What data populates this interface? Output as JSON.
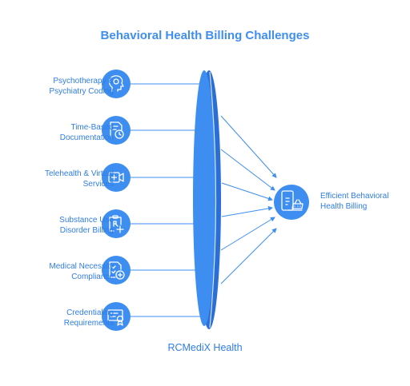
{
  "title": "Behavioral Health Billing Challenges",
  "challenges": [
    {
      "label": "Psychotherapy & Psychiatry Coding",
      "line1": "Psychotherapy &",
      "line2": "Psychiatry Coding",
      "icon": "head-profile-icon"
    },
    {
      "label": "Time-Based Documentation",
      "line1": "Time-Based",
      "line2": "Documentation",
      "icon": "document-clock-icon"
    },
    {
      "label": "Telehealth & Virtual Services",
      "line1": "Telehealth & Virtual",
      "line2": "Services",
      "icon": "video-camera-plus-icon"
    },
    {
      "label": "Substance Use Disorder Billing",
      "line1": "Substance Use",
      "line2": "Disorder Billing",
      "icon": "prescription-clipboard-icon"
    },
    {
      "label": "Medical Necessity Compliance",
      "line1": "Medical Necessity",
      "line2": "Compliance",
      "icon": "checklist-medical-icon"
    },
    {
      "label": "Credentialing Requirements",
      "line1": "Credentialing",
      "line2": "Requirements",
      "icon": "certificate-icon"
    }
  ],
  "outcome": {
    "line1": "Efficient Behavioral",
    "line2": "Health Billing",
    "icon": "mobile-payment-icon"
  },
  "footer": "RCMediX Health",
  "colors": {
    "primary": "#3d8ef0",
    "text": "#2f7de6",
    "lens_edge": "#2a6fd6",
    "background": "#ffffff"
  }
}
